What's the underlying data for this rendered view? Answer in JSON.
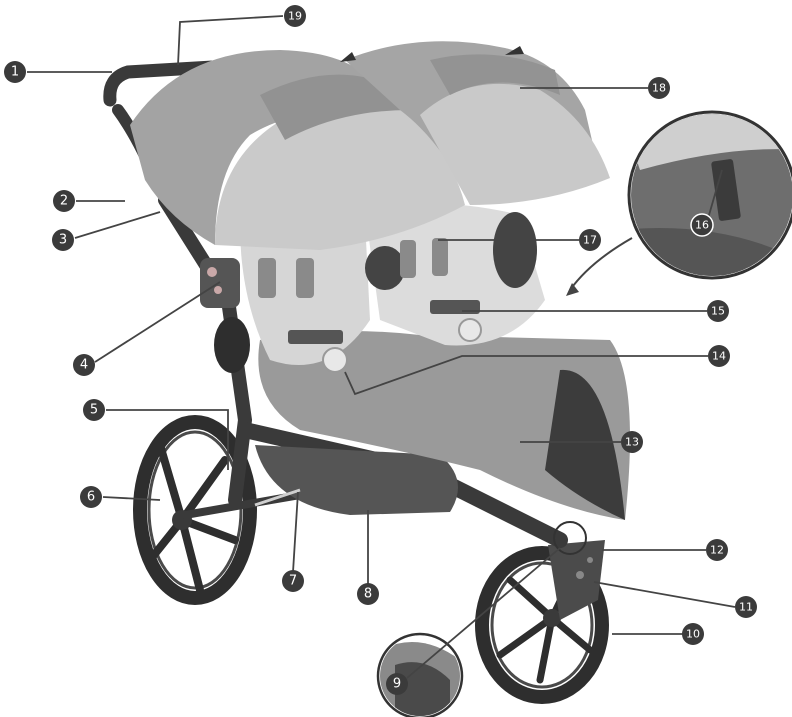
{
  "diagram": {
    "callouts": [
      {
        "id": "c1",
        "label": "1"
      },
      {
        "id": "c2",
        "label": "2"
      },
      {
        "id": "c3",
        "label": "3"
      },
      {
        "id": "c4",
        "label": "4"
      },
      {
        "id": "c5",
        "label": "5"
      },
      {
        "id": "c6",
        "label": "6"
      },
      {
        "id": "c7",
        "label": "7"
      },
      {
        "id": "c8",
        "label": "8"
      },
      {
        "id": "c9",
        "label": "9"
      },
      {
        "id": "c10",
        "label": "10"
      },
      {
        "id": "c11",
        "label": "11"
      },
      {
        "id": "c12",
        "label": "12"
      },
      {
        "id": "c13",
        "label": "13"
      },
      {
        "id": "c14",
        "label": "14"
      },
      {
        "id": "c15",
        "label": "15"
      },
      {
        "id": "c16",
        "label": "16"
      },
      {
        "id": "c17",
        "label": "17"
      },
      {
        "id": "c18",
        "label": "18"
      },
      {
        "id": "c19",
        "label": "19"
      }
    ],
    "colors": {
      "frame": "#3a3a3a",
      "canopy": "#9e9e9e",
      "canopy_light": "#cfcfcf",
      "seat": "#d9d9d9",
      "tire": "#2e2e2e",
      "callout_fill": "#3b3b3b",
      "callout_text": "#ffffff"
    }
  }
}
